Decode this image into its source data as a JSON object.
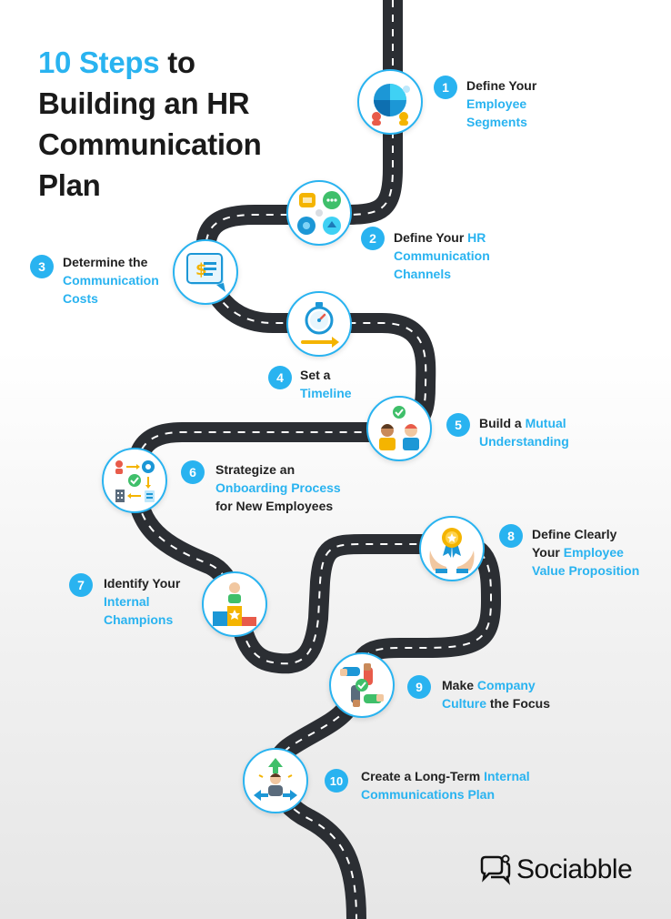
{
  "title": {
    "accent": "10 Steps",
    "rest1": " to",
    "line2": "Building an HR",
    "line3": "Communication",
    "line4": "Plan"
  },
  "steps": [
    {
      "num": "1",
      "lines": [
        [
          {
            "t": "Define Your",
            "hl": false
          }
        ],
        [
          {
            "t": "Employee",
            "hl": true
          }
        ],
        [
          {
            "t": "Segments",
            "hl": true
          }
        ]
      ],
      "icon": "pie-chart-icon"
    },
    {
      "num": "2",
      "lines": [
        [
          {
            "t": "Define Your ",
            "hl": false
          },
          {
            "t": "HR",
            "hl": true
          }
        ],
        [
          {
            "t": "Communication",
            "hl": true
          }
        ],
        [
          {
            "t": "Channels",
            "hl": true
          }
        ]
      ],
      "icon": "channels-icon"
    },
    {
      "num": "3",
      "lines": [
        [
          {
            "t": "Determine the",
            "hl": false
          }
        ],
        [
          {
            "t": "Communication",
            "hl": true
          }
        ],
        [
          {
            "t": "Costs",
            "hl": true
          }
        ]
      ],
      "icon": "cost-document-icon"
    },
    {
      "num": "4",
      "lines": [
        [
          {
            "t": "Set a",
            "hl": false
          }
        ],
        [
          {
            "t": "Timeline",
            "hl": true
          }
        ]
      ],
      "icon": "stopwatch-icon"
    },
    {
      "num": "5",
      "lines": [
        [
          {
            "t": "Build a ",
            "hl": false
          },
          {
            "t": "Mutual",
            "hl": true
          }
        ],
        [
          {
            "t": "Understanding",
            "hl": true
          }
        ]
      ],
      "icon": "people-agreement-icon"
    },
    {
      "num": "6",
      "lines": [
        [
          {
            "t": "Strategize an",
            "hl": false
          }
        ],
        [
          {
            "t": "Onboarding Process",
            "hl": true
          }
        ],
        [
          {
            "t": "for New Employees",
            "hl": false
          }
        ]
      ],
      "icon": "onboarding-process-icon"
    },
    {
      "num": "7",
      "lines": [
        [
          {
            "t": "Identify Your",
            "hl": false
          }
        ],
        [
          {
            "t": "Internal",
            "hl": true
          }
        ],
        [
          {
            "t": "Champions",
            "hl": true
          }
        ]
      ],
      "icon": "podium-icon"
    },
    {
      "num": "8",
      "lines": [
        [
          {
            "t": "Define Clearly",
            "hl": false
          }
        ],
        [
          {
            "t": "Your ",
            "hl": false
          },
          {
            "t": "Employee",
            "hl": true
          }
        ],
        [
          {
            "t": "Value Proposition",
            "hl": true
          }
        ]
      ],
      "icon": "award-hands-icon"
    },
    {
      "num": "9",
      "lines": [
        [
          {
            "t": "Make ",
            "hl": false
          },
          {
            "t": "Company",
            "hl": true
          }
        ],
        [
          {
            "t": "Culture",
            "hl": true
          },
          {
            "t": " the Focus",
            "hl": false
          }
        ]
      ],
      "icon": "team-hands-icon"
    },
    {
      "num": "10",
      "lines": [
        [
          {
            "t": "Create a Long-Term ",
            "hl": false
          },
          {
            "t": "Internal",
            "hl": true
          }
        ],
        [
          {
            "t": "Communications Plan",
            "hl": true
          }
        ]
      ],
      "icon": "direction-person-icon"
    }
  ],
  "brand": {
    "name": "Sociabble",
    "icon": "speech-bubbles-icon"
  },
  "colors": {
    "accent": "#29b3f0",
    "road": "#2b2e33",
    "text": "#222222"
  }
}
